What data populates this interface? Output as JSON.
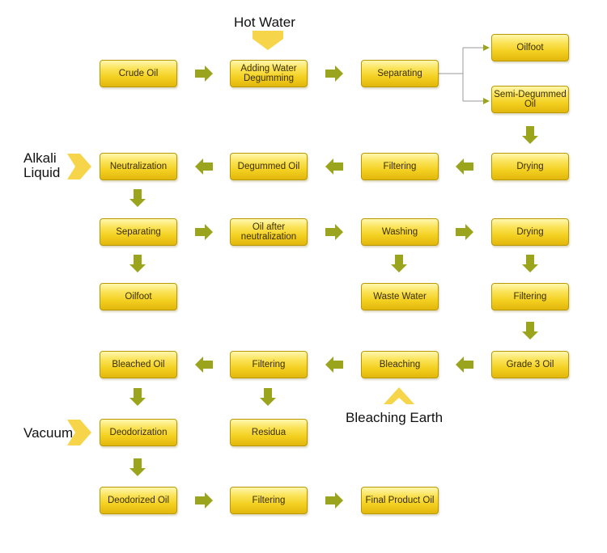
{
  "nodes": {
    "crude_oil": "Crude Oil",
    "adding_water_degumming": "Adding Water Degumming",
    "separating_1": "Separating",
    "oilfoot_1": "Oilfoot",
    "semi_degummed_oil": "Semi-Degummed Oil",
    "drying_1": "Drying",
    "filtering_1": "Filtering",
    "degummed_oil": "Degummed Oil",
    "neutralization": "Neutralization",
    "separating_2": "Separating",
    "oil_after_neutralization": "Oil after neutralization",
    "washing": "Washing",
    "drying_2": "Drying",
    "oilfoot_2": "Oilfoot",
    "waste_water": "Waste Water",
    "filtering_2": "Filtering",
    "grade_3_oil": "Grade 3 Oil",
    "bleaching": "Bleaching",
    "filtering_3": "Filtering",
    "bleached_oil": "Bleached Oil",
    "residua": "Residua",
    "deodorization": "Deodorization",
    "deodorized_oil": "Deodorized Oil",
    "filtering_4": "Filtering",
    "final_product_oil": "Final Product Oil"
  },
  "inputs": {
    "hot_water": "Hot Water",
    "alkali_liquid": "Alkali Liquid",
    "vacuum": "Vacuum",
    "bleaching_earth": "Bleaching Earth"
  },
  "colors": {
    "box_fill": "#f3cf1f",
    "box_border": "#b89a00",
    "arrow_fill": "#9aa41c",
    "input_arrow": "#f6d54a"
  }
}
